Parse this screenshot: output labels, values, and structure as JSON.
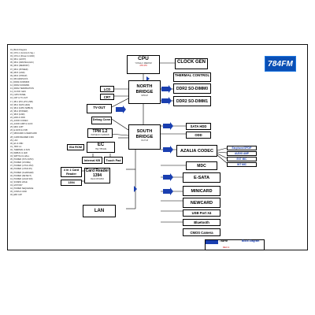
{
  "toc_lines": [
    "01_Block Diagram",
    "02_CPU-1 (Control & Sig.)",
    "03_CPU-2 (Power & GND)",
    "04_NB-1 (HOST)",
    "05_NB-2 (DMI,PEG,DAC)",
    "06_NB-3 (MEMORY)",
    "07_NB-4 (POWER)",
    "08_NB-5 (GND)",
    "09_NB-6 (STRAP)",
    "10_NB-GRAPHICS",
    "11_DDR2-SODIMM0",
    "12_DDR2-SODIMM1",
    "13_DDR2-TERMINATION",
    "14_CLOCK GEN",
    "15_LVDS PANEL",
    "16_CRT & TV-OUT",
    "17_SB-1 (PCI,LPC,USB)",
    "18_SB-2 (SATA,HDA)",
    "19_SB-3 (GPIO,SMBUS)",
    "20_SB-4 (POWER)",
    "21_SB-5 (GND)",
    "22_HDD & ODD",
    "23_AUDIO CODEC",
    "24_AUDIO AMP & JACK",
    "25_MDC & BT",
    "26_E-SATA & USB",
    "27_MINICARD & NEWCARD",
    "28_CARD READER 1394",
    "29_LAN",
    "30_EC & KBC",
    "31_TPM 1.2",
    "32_THERMAL & FAN",
    "33_DEBUG & LED",
    "34_SWITCH & HALL",
    "35_POWER (SYS 3V/5V)",
    "36_POWER (VCORE)",
    "37_POWER (1.5V/1.05V)",
    "38_POWER (1.8V/0.9V)",
    "39_POWER (CHARGER)",
    "40_POWER (DETECT)",
    "41_POWER (LOAD SW)",
    "42_SCREW HOLE",
    "43_HISTORY",
    "44_POWER SEQUENCE",
    "45_CONN & GND",
    "46_EMI CAP"
  ],
  "logo_text": "784FM",
  "blocks": {
    "cpu": {
      "title": "CPU",
      "sub": "YONAH / MEROM",
      "sub2": "478  479"
    },
    "clock_gen": {
      "title": "CLOCK GEN",
      "sub": ""
    },
    "thermal": {
      "title": "THERMAL CONTROL",
      "sub": ""
    },
    "north_bridge": {
      "title1": "NORTH",
      "title2": "BRIDGE",
      "sub": "945GM"
    },
    "south_bridge": {
      "title1": "SOUTH",
      "title2": "BRIDGE",
      "sub": "ICH7-M"
    },
    "dimm0": {
      "title": "DDR2 SO-DIMM0"
    },
    "dimm1": {
      "title": "DDR2 SO-DIMM1"
    },
    "lcd": {
      "title": "LCD"
    },
    "crt": {
      "title": "CRT"
    },
    "tvout": {
      "title": "TV-OUT"
    },
    "debug": {
      "title": "Debug Conn"
    },
    "tpm": {
      "title": "TPM 1.2",
      "sub": "INFINEON SLB9635"
    },
    "ec": {
      "title": "EC",
      "sub": "ITE IT8512E"
    },
    "isa_rom": {
      "title": "ISA ROM"
    },
    "internal_kb": {
      "title": "Internal KB"
    },
    "touch_pad": {
      "title": "Touch Pad"
    },
    "card_4in1": {
      "title1": "4 in 1 Card",
      "title2": "Reader"
    },
    "card_reader": {
      "title1": "Card Reader",
      "title2": "1394",
      "sub": "Ricoh R5C832"
    },
    "p1394": {
      "title": "1394"
    },
    "lan": {
      "title": "LAN"
    },
    "sata_hdd": {
      "title": "SATA HDD"
    },
    "odd": {
      "title": "ODD"
    },
    "azalia": {
      "title": "AZALIA CODEC"
    },
    "earphone": {
      "title": "Earphone/SPDIF"
    },
    "audio_amp": {
      "title": "AUDIO AMP"
    },
    "ext_mic": {
      "title": "EXT MIC"
    },
    "int_mic": {
      "title": "INT MIC"
    },
    "mdc": {
      "title": "MDC"
    },
    "esata": {
      "title": "E-SATA"
    },
    "minicard": {
      "title": "MINICARD"
    },
    "newcard": {
      "title": "NEWCARD"
    },
    "usb_port": {
      "title": "USB Port X4"
    },
    "bluetooth": {
      "title": "Bluetooth"
    },
    "cmos_camera": {
      "title": "CMOS Camera"
    }
  },
  "titleblock": {
    "model": "784FM",
    "title": "Block Diagram",
    "rev": "REV A"
  },
  "colors": {
    "logo_bg": "#0a4fb5",
    "bus_label": "#1a3fb0",
    "status_text": "#c00000",
    "line": "#000000"
  }
}
